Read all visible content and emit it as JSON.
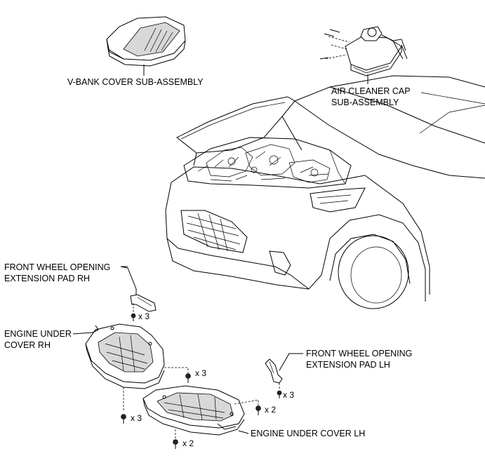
{
  "labels": {
    "v_bank_cover": "V-BANK COVER SUB-ASSEMBLY",
    "air_cleaner_cap_line1": "AIR CLEANER CAP",
    "air_cleaner_cap_line2": "SUB-ASSEMBLY",
    "fw_pad_rh_line1": "FRONT WHEEL OPENING",
    "fw_pad_rh_line2": "EXTENSION PAD RH",
    "engine_cover_rh_line1": "ENGINE UNDER",
    "engine_cover_rh_line2": "COVER RH",
    "fw_pad_lh_line1": "FRONT WHEEL OPENING",
    "fw_pad_lh_line2": "EXTENSION PAD LH",
    "engine_cover_lh": "ENGINE UNDER COVER LH"
  },
  "quantities": {
    "pad_rh_clips": "x 3",
    "cover_rh_bolts_top": "x 3",
    "cover_rh_bolts_bottom": "x 3",
    "pad_lh_clips": "x 3",
    "cover_lh_bolts_right": "x 2",
    "cover_lh_bolts_bottom": "x 2"
  }
}
